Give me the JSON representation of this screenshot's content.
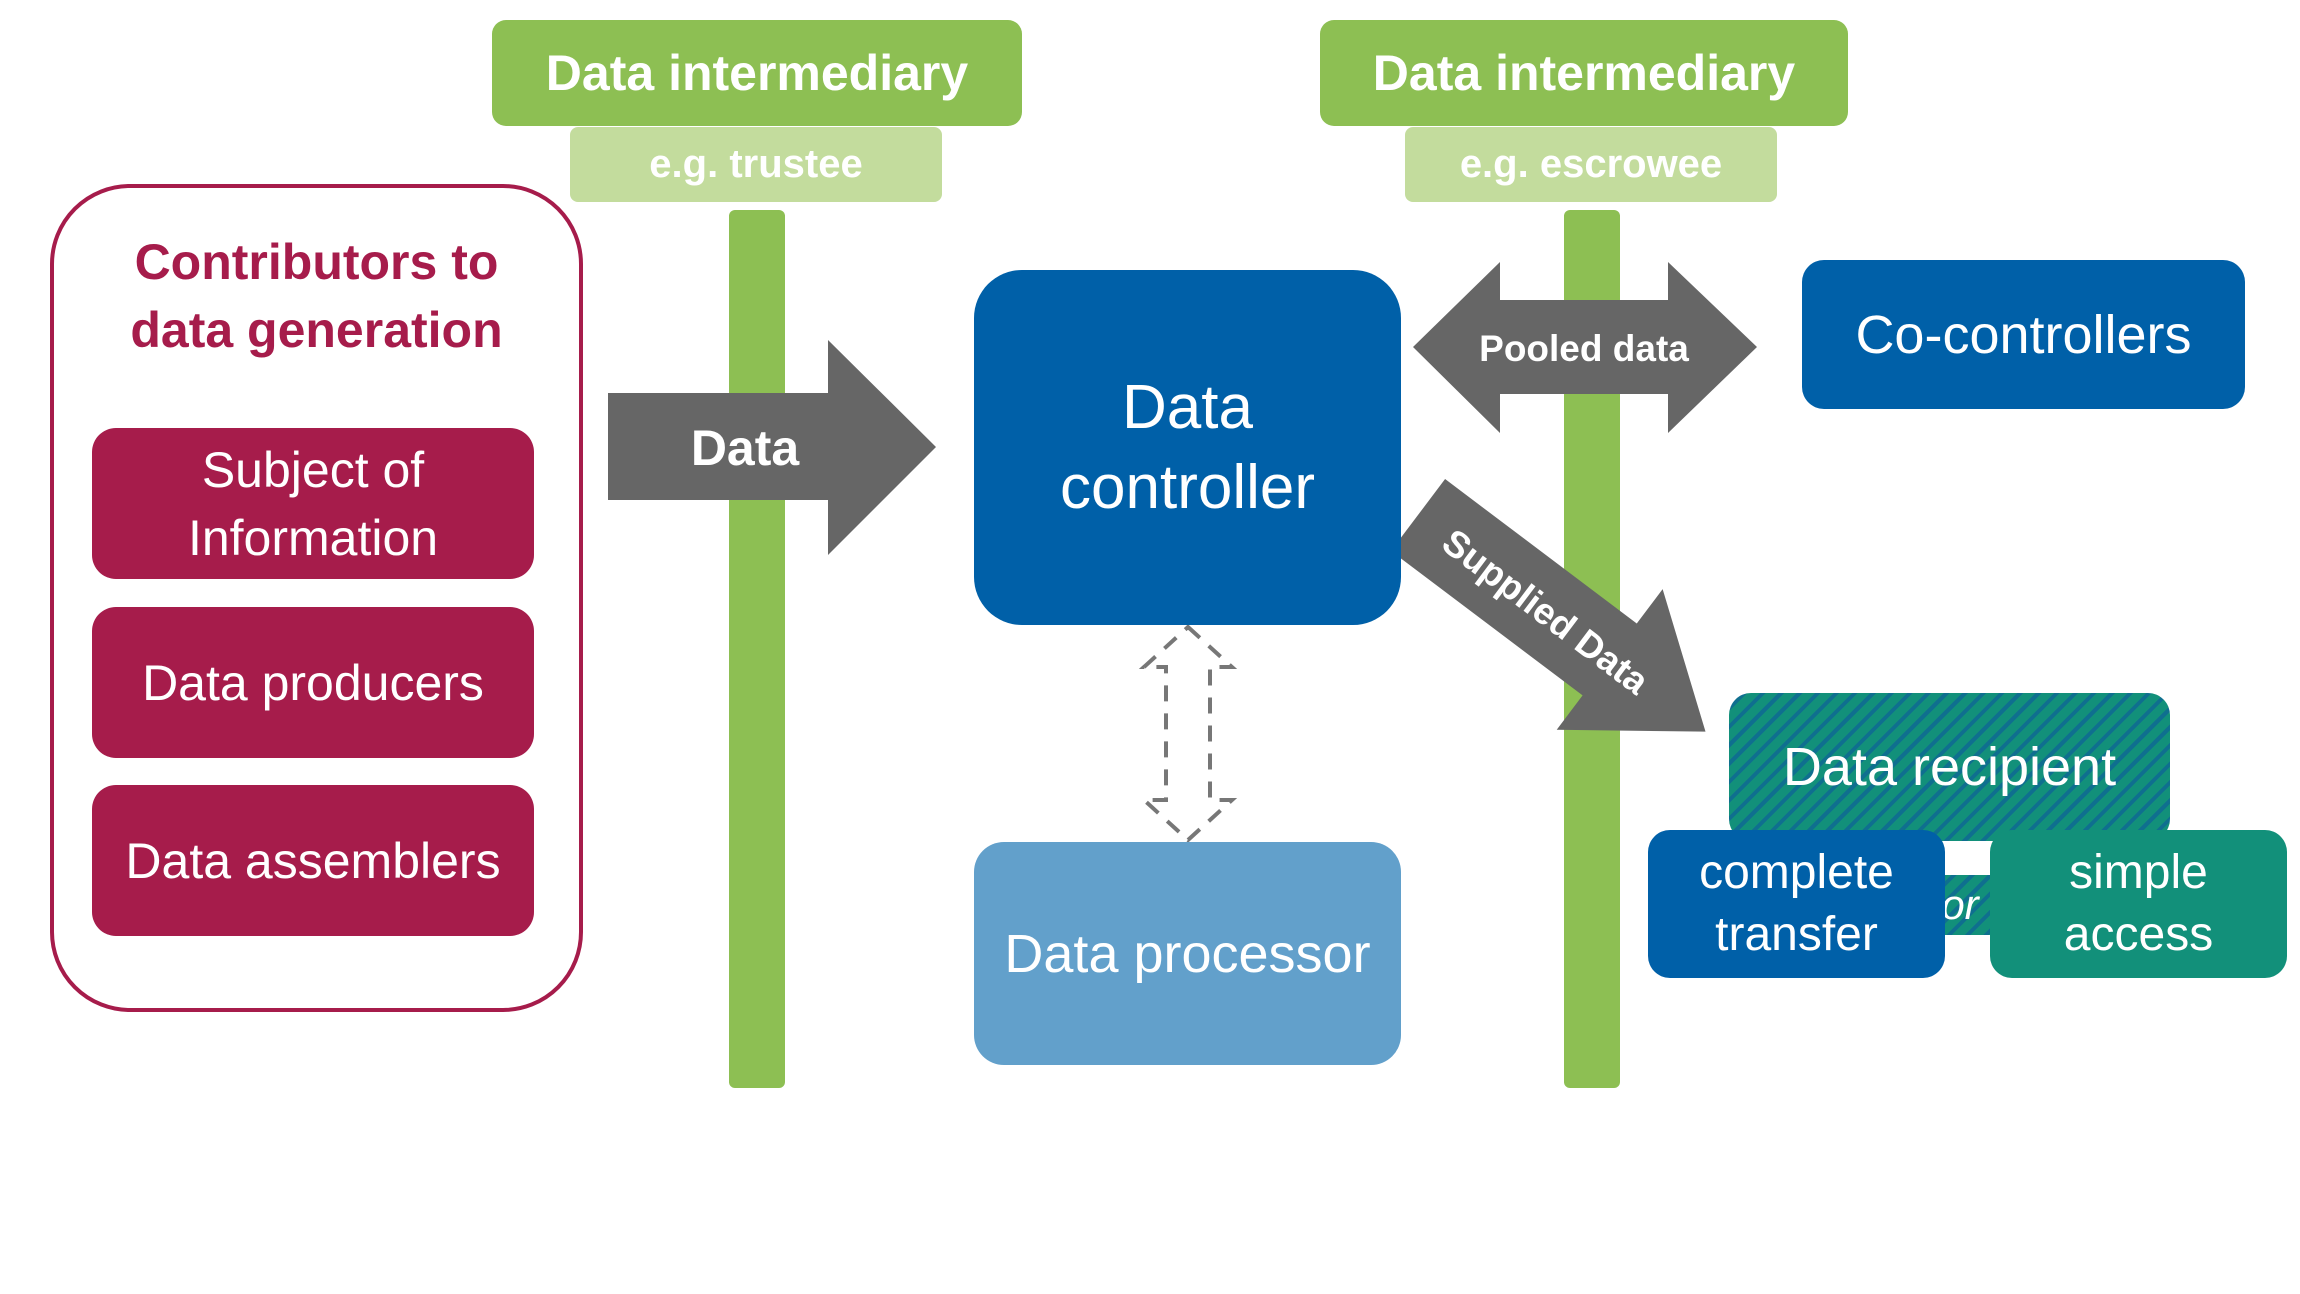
{
  "intermediaries": [
    {
      "title": "Data intermediary",
      "example": "e.g. trustee"
    },
    {
      "title": "Data intermediary",
      "example": "e.g. escrowee"
    }
  ],
  "contributors": {
    "title_line1": "Contributors to",
    "title_line2": "data generation",
    "items": [
      {
        "line1": "Subject of",
        "line2": "Information"
      },
      {
        "line1": "Data producers"
      },
      {
        "line1": "Data assemblers"
      }
    ]
  },
  "arrows": {
    "data": "Data",
    "pooled": "Pooled data",
    "supplied": "Supplied Data"
  },
  "controller": {
    "line1": "Data",
    "line2": "controller"
  },
  "processor": "Data processor",
  "co_controllers": "Co-controllers",
  "recipient": {
    "title": "Data recipient",
    "complete_line1": "complete",
    "complete_line2": "transfer",
    "or": "or",
    "simple_line1": "simple",
    "simple_line2": "access"
  },
  "colors": {
    "green": "#8dbf53",
    "light_green": "#c3dc9d",
    "maroon": "#a61c4b",
    "navy": "#0060a8",
    "light_blue": "#62a0cb",
    "teal": "#12907a",
    "gray": "#666666"
  }
}
